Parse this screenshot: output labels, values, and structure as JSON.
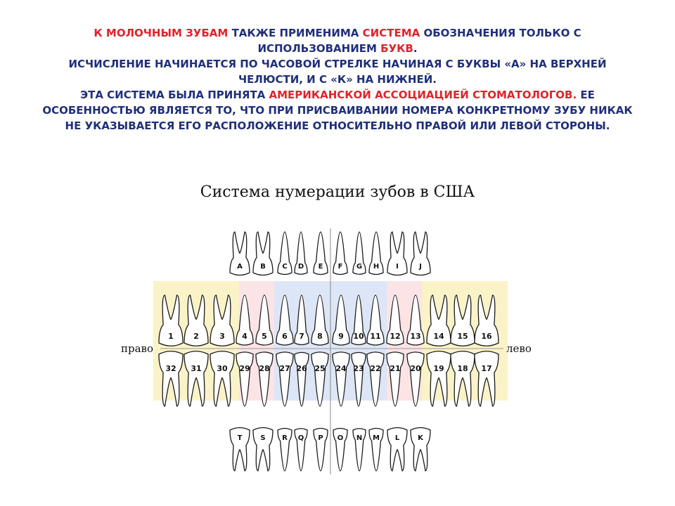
{
  "intro": {
    "line1a": "К МОЛОЧНЫМ ЗУБАМ ",
    "line1b": "ТАКЖЕ ПРИМЕНИМА ",
    "line1c": "СИСТЕМА",
    "line1d": " ОБОЗНАЧЕНИЯ ТОЛЬКО С",
    "line2a": "ИСПОЛЬЗОВАНИЕМ ",
    "line2b": "БУКВ",
    "line2c": ".",
    "line3": "ИСЧИСЛЕНИЕ НАЧИНАЕТСЯ ПО ЧАСОВОЙ СТРЕЛКЕ НАЧИНАЯ С БУКВЫ «А» НА ВЕРХНЕЙ",
    "line4": "ЧЕЛЮСТИ, И С «К» НА НИЖНЕЙ.",
    "line5a": "ЭТА СИСТЕМА БЫЛА ПРИНЯТА ",
    "line5b": "АМЕРИКАНСКОЙ АССОЦИАЦИЕЙ СТОМАТОЛОГОВ.",
    "line5c": " ЕЕ",
    "line6": "ОСОБЕННОСТЬЮ ЯВЛЯЕТСЯ ТО, ЧТО ПРИ ПРИСВАИВАНИИ НОМЕРА КОНКРЕТНОМУ ЗУБУ НИКАК",
    "line7": "НЕ УКАЗЫВАЕТСЯ ЕГО РАСПОЛОЖЕНИЕ ОТНОСИТЕЛЬНО ПРАВОЙ ИЛИ ЛЕВОЙ СТОРОНЫ."
  },
  "diagram": {
    "title": "Система нумерации зубов в США",
    "right_label": "право",
    "left_label": "лево",
    "primary_upper": [
      "A",
      "B",
      "C",
      "D",
      "E",
      "F",
      "G",
      "H",
      "I",
      "J"
    ],
    "permanent_upper": [
      "1",
      "2",
      "3",
      "4",
      "5",
      "6",
      "7",
      "8",
      "9",
      "10",
      "11",
      "12",
      "13",
      "14",
      "15",
      "16"
    ],
    "permanent_lower": [
      "32",
      "31",
      "30",
      "29",
      "28",
      "27",
      "26",
      "25",
      "24",
      "23",
      "22",
      "21",
      "20",
      "19",
      "18",
      "17"
    ],
    "primary_lower": [
      "T",
      "S",
      "R",
      "Q",
      "P",
      "O",
      "N",
      "M",
      "L",
      "K"
    ]
  },
  "colors": {
    "text_blue": "#1f2f7a",
    "highlight_red": "#e0232a",
    "band_yellow": "#fbf3c8",
    "band_pink": "#fbe3e6",
    "band_blue": "#dde6f6"
  }
}
